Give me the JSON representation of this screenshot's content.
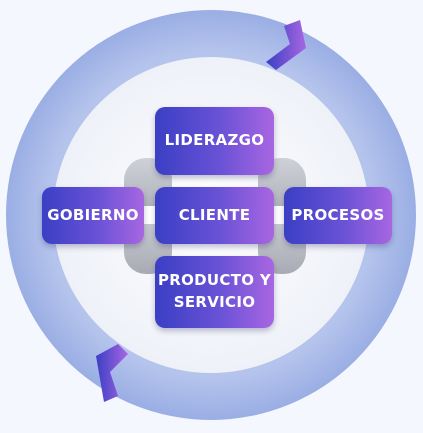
{
  "diagram": {
    "nodes": {
      "top": "LIDERAZGO",
      "center": "CLIENTE",
      "left": "GOBIERNO",
      "right": "PROCESOS",
      "bottom": "PRODUCTO Y\nSERVICIO"
    },
    "colors": {
      "ring": "#b4c3ec",
      "box_start": "#3a3fc4",
      "box_end": "#a866e2",
      "connector": "#b9bbc3"
    }
  }
}
